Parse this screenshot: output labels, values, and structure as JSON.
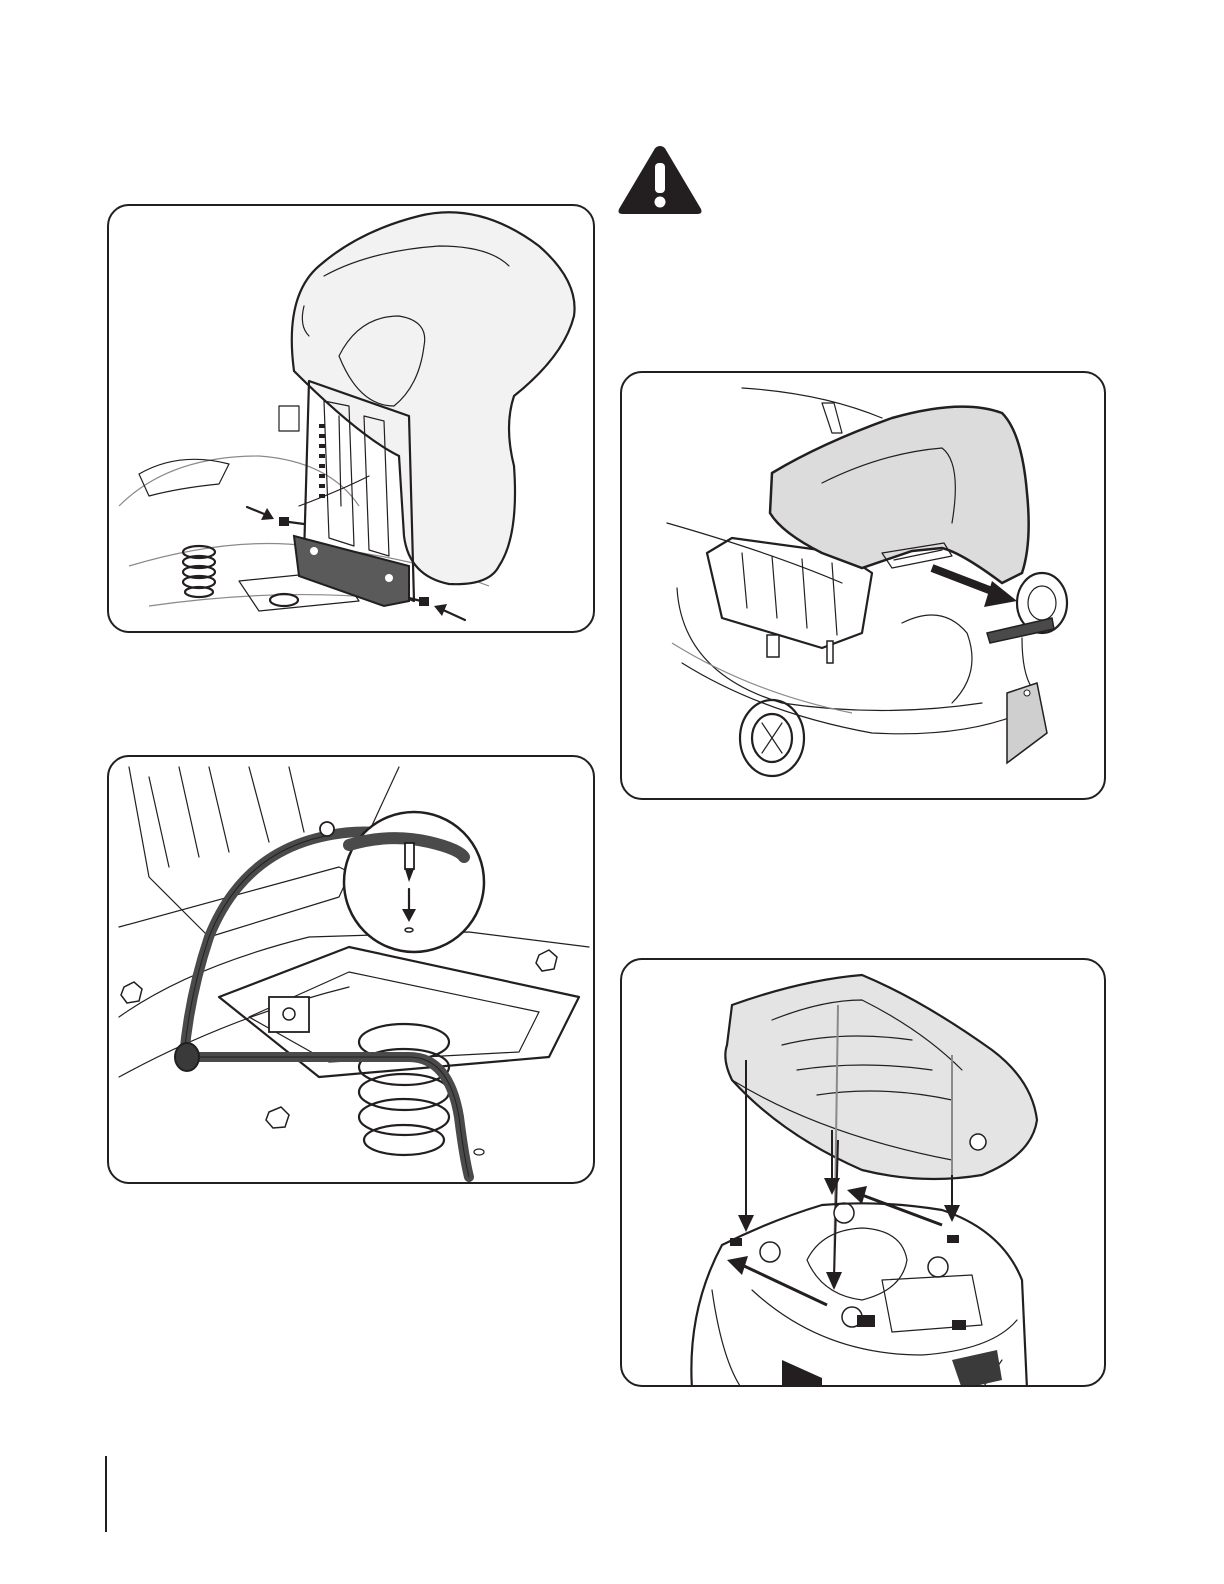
{
  "page": {
    "warning_symbol": "warning-triangle-icon",
    "callout_numbers": [],
    "figures": [
      {
        "id": "seat-removal",
        "description_icon": "seat-bracket-icon"
      },
      {
        "id": "hose-routing",
        "description_icon": "hose-icon"
      },
      {
        "id": "mulch-cover-removal",
        "description_icon": "cover-icon"
      },
      {
        "id": "engine-hood-install",
        "description_icon": "hood-icon"
      }
    ]
  },
  "colors": {
    "ink": "#231f20",
    "cover_fill": "#dcdcdc",
    "seat_fill": "#f2f2f2",
    "hood_fill": "#e4e4e4",
    "bracket_fill": "#5a5a5a"
  }
}
